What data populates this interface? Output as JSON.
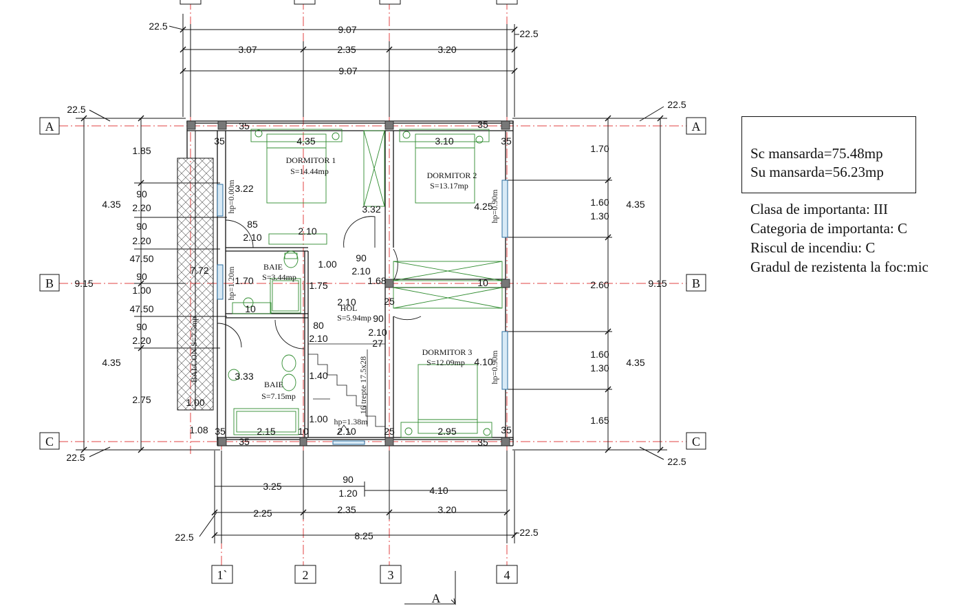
{
  "summary": {
    "sc": "Sc mansarda=75.48mp",
    "su": "Su mansarda=56.23mp"
  },
  "classification": [
    "Clasa de importanta: III",
    "Categoria de importanta: C",
    "Riscul de incendiu: C",
    "Gradul de rezistenta la foc:mic"
  ],
  "axes": {
    "rows": [
      "A",
      "B",
      "C"
    ],
    "cols": [
      "1`",
      "2",
      "3",
      "4"
    ]
  },
  "rooms": {
    "d1_name": "DORMITOR 1",
    "d1_area": "S=14.44mp",
    "d2_name": "DORMITOR 2",
    "d2_area": "S=13.17mp",
    "d3_name": "DORMITOR 3",
    "d3_area": "S=12.09mp",
    "baie1_name": "BAIE",
    "baie1_area": "S=3.44mp",
    "baie2_name": "BAIE",
    "baie2_area": "S=7.15mp",
    "hol_name": "HOL",
    "hol_area": "S=5.94mp",
    "balcon": "BALCON S=7.5mp",
    "stairs": "16 trepte 17.5x28",
    "hp_window1": "hp=0.00m",
    "hp_window2": "hp=1.20m",
    "hp_window3": "hp=0.90m",
    "hp_window4": "hp=0.90m",
    "hp_stair": "hp=1.38m"
  },
  "dims": {
    "top_total1": "9.07",
    "top_a": "3.07",
    "top_b": "2.35",
    "top_c": "3.20",
    "top_total2": "9.07",
    "corner": "22.5",
    "left_1": "1.85",
    "left_2": "4.35",
    "left_3": "4.35",
    "left_4": "2.75",
    "left_total": "9.15",
    "right_1": "1.70",
    "right_2": "1.60",
    "right_3": "1.30",
    "right_4": "2.60",
    "right_5": "1.60",
    "right_6": "1.30",
    "right_7": "1.65",
    "right_big1": "4.35",
    "right_big2": "4.35",
    "right_total": "9.15",
    "bot_a": "3.25",
    "bot_90": "90",
    "bot_120": "1.20",
    "bot_b": "4.10",
    "bot_c": "2.25",
    "bot_d": "2.35",
    "bot_e": "3.20",
    "bot_total": "8.25",
    "w35": "35",
    "w10": "10",
    "w25": "25",
    "d1_w": "4.35",
    "d2_w": "3.10",
    "d3_w": "2.95",
    "b2_w": "2.15",
    "hol_bot": "2.10",
    "v322": "3.22",
    "v332": "3.32",
    "v425": "4.25",
    "v410": "4.10",
    "v333": "3.33",
    "v772": "7.72",
    "v170": "1.70",
    "v175": "1.75",
    "v168": "1.68",
    "v140": "1.40",
    "v100a": "1.00",
    "v100b": "1.00",
    "v108": "1.08",
    "v210a": "2.10",
    "v210b": "2.10",
    "v210c": "2.10",
    "v210d": "2.10",
    "v210e": "2.10",
    "v85": "85",
    "v90a": "90",
    "v90b": "90",
    "v80": "80",
    "v27": "27",
    "l90a": "90",
    "l220a": "2.20",
    "l90b": "90",
    "l220b": "2.20",
    "l4750a": "47.50",
    "l90c": "90",
    "l100": "1.00",
    "l4750b": "47.50",
    "l90d": "90",
    "l220c": "2.20",
    "win100": "1.00"
  },
  "section": "A"
}
